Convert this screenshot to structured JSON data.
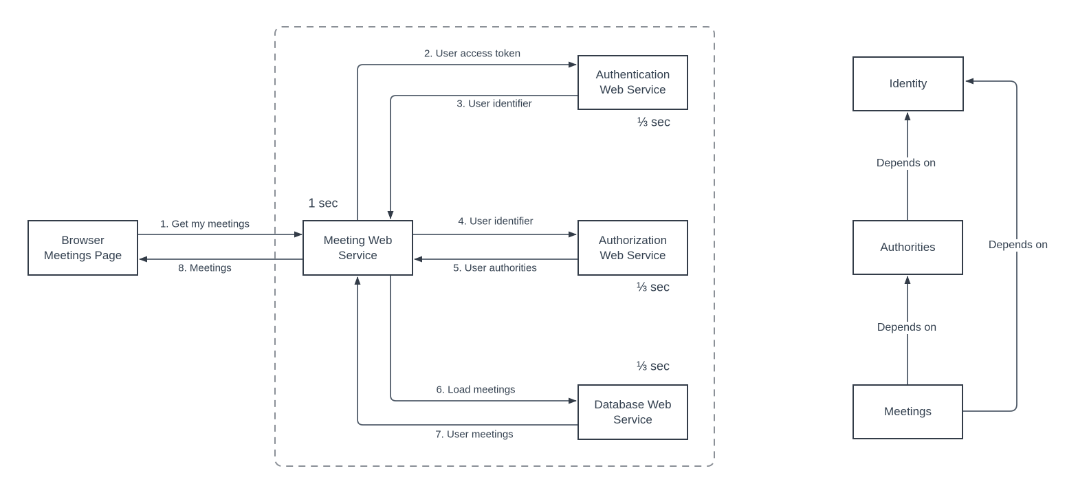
{
  "sequence": {
    "nodes": {
      "browser": {
        "label": "Browser\nMeetings Page"
      },
      "meeting": {
        "label": "Meeting Web\nService",
        "time": "1 sec"
      },
      "authentication": {
        "label": "Authentication\nWeb Service",
        "time": "⅓ sec"
      },
      "authorization": {
        "label": "Authorization\nWeb Service",
        "time": "⅓ sec"
      },
      "database": {
        "label": "Database Web\nService",
        "time": "⅓ sec"
      }
    },
    "messages": {
      "m1": "1. Get my meetings",
      "m2": "2. User access token",
      "m3": "3. User identifier",
      "m4": "4. User identifier",
      "m5": "5. User authorities",
      "m6": "6. Load meetings",
      "m7": "7. User meetings",
      "m8": "8. Meetings"
    }
  },
  "dependencies": {
    "nodes": {
      "identity": {
        "label": "Identity"
      },
      "authorities": {
        "label": "Authorities"
      },
      "meetings": {
        "label": "Meetings"
      }
    },
    "edges": {
      "authorities_to_identity": "Depends on",
      "meetings_to_authorities": "Depends on",
      "meetings_to_identity": "Depends on"
    }
  },
  "colors": {
    "node_border": "#333c48",
    "edge_line": "#515c69",
    "arrowhead": "#333c48",
    "dashed_boundary": "#8b9097",
    "text": "#33404f",
    "background": "#ffffff"
  }
}
